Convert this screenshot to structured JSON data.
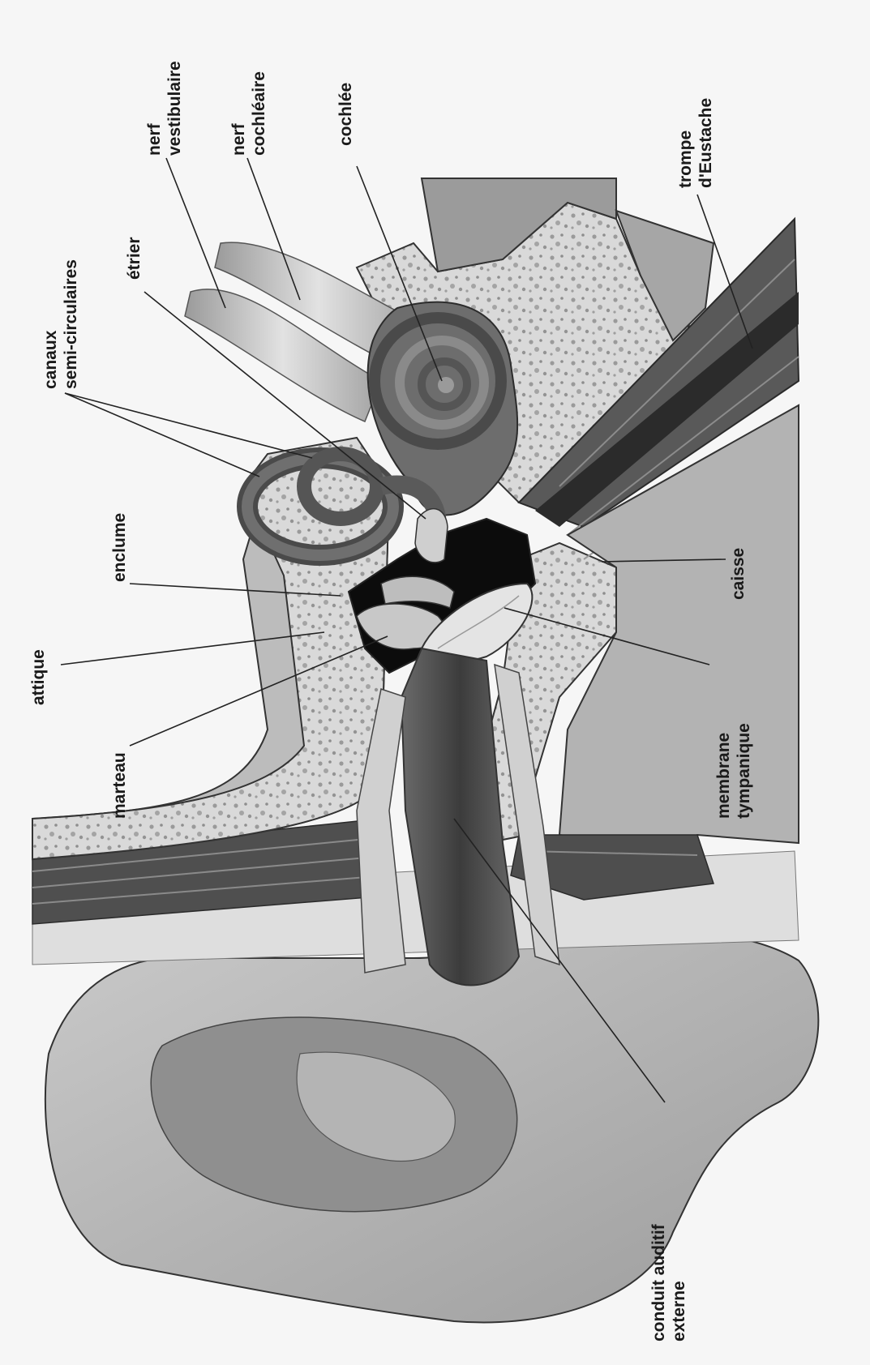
{
  "diagram": {
    "labels": {
      "nerf_vestibulaire": [
        "nerf",
        "vestibulaire"
      ],
      "nerf_cochleaire": [
        "nerf",
        "cochléaire"
      ],
      "cochlee": [
        "cochlée"
      ],
      "trompe": [
        "trompe",
        "d'Eustache"
      ],
      "canaux": [
        "canaux",
        "semi-circulaires"
      ],
      "etrier": [
        "étrier"
      ],
      "enclume": [
        "enclume"
      ],
      "attique": [
        "attique"
      ],
      "marteau": [
        "marteau"
      ],
      "caisse": [
        "caisse"
      ],
      "membrane": [
        "membrane",
        "tympanique"
      ],
      "conduit": [
        "conduit auditif",
        "externe"
      ]
    },
    "colors": {
      "line": "#222222",
      "bone": "#d6d6d6",
      "tissue": "#a9a9a9",
      "dark_tissue": "#5a5a5a",
      "canal": "#4d4d4d",
      "cavity": "#0c0c0c"
    }
  }
}
